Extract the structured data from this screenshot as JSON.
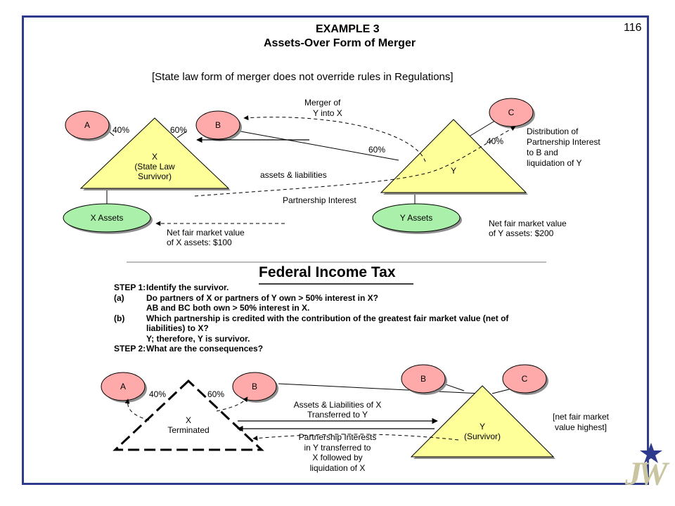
{
  "slide": {
    "page_number": "116",
    "title_line1": "EXAMPLE 3",
    "title_line2": "Assets-Over Form of Merger",
    "subtitle": "[State law form of merger does not override rules in Regulations]",
    "section_heading": "Federal Income Tax",
    "logo": "JW"
  },
  "top": {
    "partner_a": "A",
    "partner_b": "B",
    "partner_c": "C",
    "pct_a_x": "40%",
    "pct_b_x": "60%",
    "pct_b_y": "60%",
    "pct_c_y": "40%",
    "x_label_1": "X",
    "x_label_2": "(State Law",
    "x_label_3": "Survivor)",
    "y_label": "Y",
    "x_assets": "X Assets",
    "y_assets": "Y Assets",
    "merger_1": "Merger of",
    "merger_2": "Y into X",
    "assets_liabilities": "assets & liabilities",
    "partnership_interest": "Partnership Interest",
    "dist_1": "Distribution of",
    "dist_2": "Partnership Interest",
    "dist_3": "to B and",
    "dist_4": "liquidation of Y",
    "nfmv_x_1": "Net fair market value",
    "nfmv_x_2": "of X assets: $100",
    "nfmv_y_1": "Net fair market value",
    "nfmv_y_2": "of Y assets: $200"
  },
  "steps": [
    {
      "key": "STEP 1:",
      "text": "Identify the survivor."
    },
    {
      "key": "(a)",
      "text": "Do partners of X or partners of Y own > 50% interest in X?"
    },
    {
      "key": "",
      "text": "AB and BC both own > 50% interest in X."
    },
    {
      "key": "(b)",
      "text": "Which partnership is credited with the contribution of  the greatest fair market value (net of"
    },
    {
      "key": "",
      "text": "liabilities) to X?"
    },
    {
      "key": "",
      "text": "Y; therefore, Y is survivor."
    },
    {
      "key": "STEP 2:",
      "text": "What are the consequences?"
    }
  ],
  "bottom": {
    "partner_a": "A",
    "partner_b": "B",
    "partner_b2": "B",
    "partner_c": "C",
    "pct_a_x": "40%",
    "pct_b_x": "60%",
    "x_label_1": "X",
    "x_label_2": "Terminated",
    "y_label_1": "Y",
    "y_label_2": "(Survivor)",
    "transfer_1": "Assets & Liabilities of X",
    "transfer_2": "Transferred to Y",
    "pi_1": "Partnership Interests",
    "pi_2": "in Y transferred to",
    "pi_3": "X followed by",
    "pi_4": "liquidation of X",
    "note_1": "[net fair market",
    "note_2": "value highest]"
  }
}
